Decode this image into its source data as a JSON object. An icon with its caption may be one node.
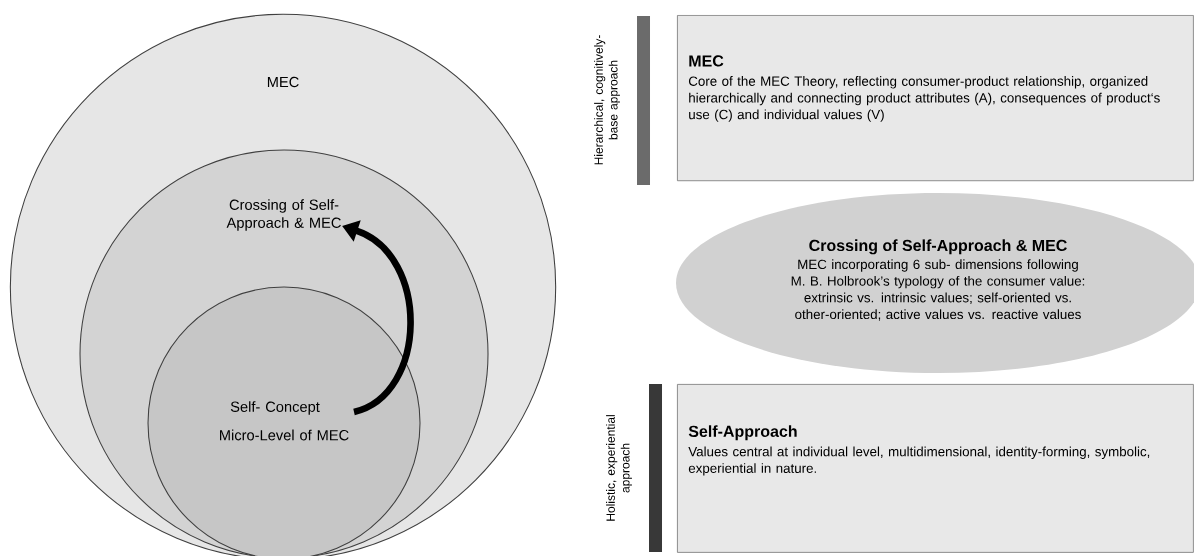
{
  "diagram": {
    "nodes": [
      {
        "text": [
          "MEC"
        ]
      },
      {
        "text": [
          "Crossing of Self-Approach & MEC"
        ],
        "in": 0
      },
      {
        "text": [
          "Self- Concept",
          "Micro-Level of MEC"
        ],
        "in": 1
      },
      {
        "text": [
          "MEC",
          "Core of the MEC Theory, reflecting consumer-product relationship, organized hierarchically and connecting product attributes (A), consequences of product‘s use (C) and individual values (V)"
        ]
      },
      {
        "text": [
          "Crossing of Self-Approach & MEC",
          "MEC incorporating 6 sub- dimensions following M. B. Holbrook’s typology of the consumer value: extrinsic vs. intrinsic values; self-oriented vs. other-oriented; active values vs. reactive values"
        ]
      },
      {
        "text": [
          "Self-Approach",
          "Values central at individual level, multidimensional, identity-forming, symbolic, experiential in nature."
        ]
      }
    ],
    "edges": [
      {
        "from": 2,
        "to": 1,
        "arrow": "to"
      }
    ],
    "labels": [
      "Hierarchical, cognitively-base approach",
      "Holistic, experiential approach"
    ]
  }
}
